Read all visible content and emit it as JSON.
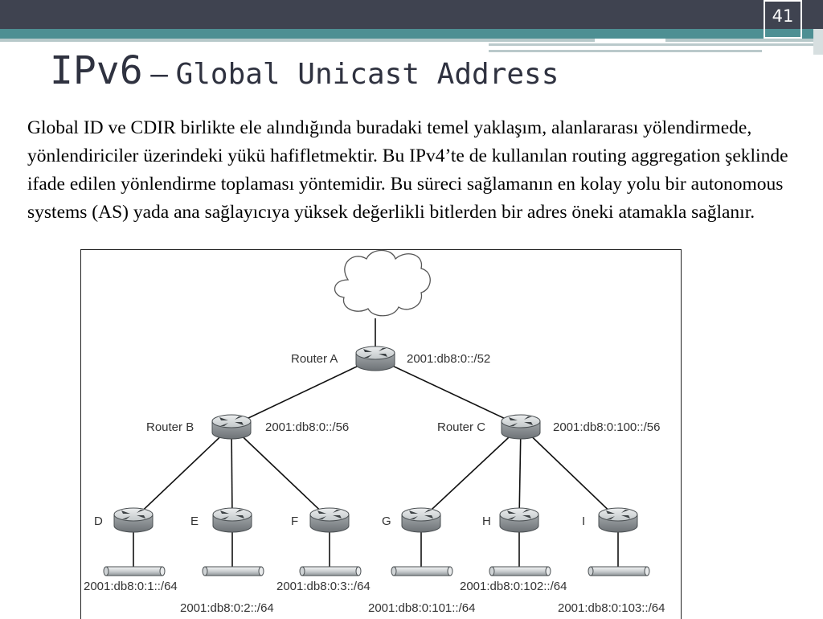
{
  "slide": {
    "number": "41"
  },
  "title": {
    "main": "IPv6",
    "dash": "–",
    "sub": "Global Unicast Address"
  },
  "body": {
    "text": "Global ID ve CDIR birlikte ele alındığında buradaki temel yaklaşım, alanlararası yölendirmede, yönlendiriciler üzerindeki yükü hafifletmektir. Bu IPv4’te de kullanılan routing aggregation şeklinde ifade edilen yönlendirme toplaması yöntemidir. Bu süreci sağlamanın en kolay yolu bir autonomous systems (AS) yada ana sağlayıcıya yüksek değerlikli bitlerden bir adres öneki atamakla sağlanır."
  },
  "diagram": {
    "router_a": {
      "name": "Router A",
      "prefix": "2001:db8:0::/52"
    },
    "router_b": {
      "name": "Router B",
      "prefix": "2001:db8:0::/56"
    },
    "router_c": {
      "name": "Router C",
      "prefix": "2001:db8:0:100::/56"
    },
    "leaves": [
      {
        "name": "D",
        "prefix": "2001:db8:0:1::/64"
      },
      {
        "name": "E",
        "prefix": "2001:db8:0:2::/64"
      },
      {
        "name": "F",
        "prefix": "2001:db8:0:3::/64"
      },
      {
        "name": "G",
        "prefix": "2001:db8:0:101::/64"
      },
      {
        "name": "H",
        "prefix": "2001:db8:0:102::/64"
      },
      {
        "name": "I",
        "prefix": "2001:db8:0:103::/64"
      }
    ]
  },
  "colors": {
    "title": "#2f3240",
    "top_band": "#3f4350",
    "teal_band": "#4d8f93",
    "router_body": "#8f9598"
  },
  "icons": {
    "cloud": "cloud-icon",
    "router": "router-icon",
    "segment": "network-segment-icon"
  }
}
